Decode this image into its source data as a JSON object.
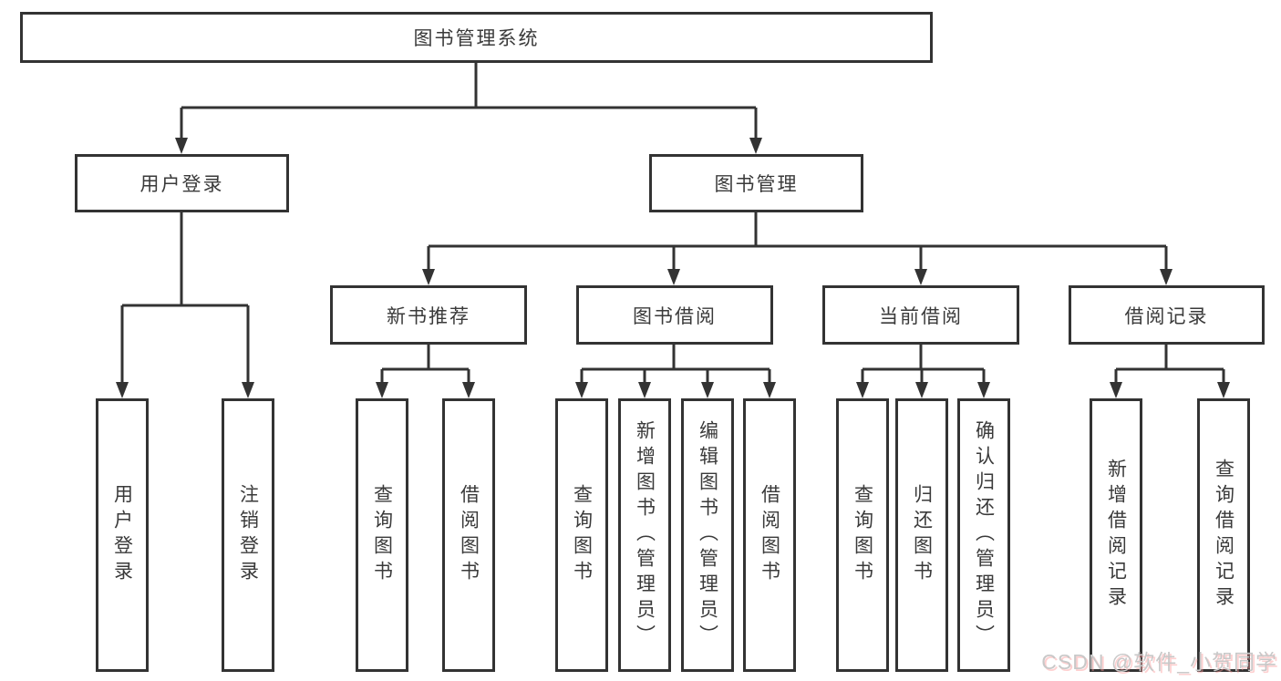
{
  "diagram": {
    "title": "图书管理系统",
    "root": {
      "label": "图书管理系统"
    },
    "level2": [
      {
        "label": "用户登录"
      },
      {
        "label": "图书管理"
      }
    ],
    "level3": [
      {
        "label": "新书推荐",
        "parent": "图书管理"
      },
      {
        "label": "图书借阅",
        "parent": "图书管理"
      },
      {
        "label": "当前借阅",
        "parent": "图书管理"
      },
      {
        "label": "借阅记录",
        "parent": "图书管理"
      }
    ],
    "leaves": [
      {
        "label": "用户登录",
        "parent": "用户登录"
      },
      {
        "label": "注销登录",
        "parent": "用户登录"
      },
      {
        "label": "查询图书",
        "parent": "新书推荐"
      },
      {
        "label": "借阅图书",
        "parent": "新书推荐"
      },
      {
        "label": "查询图书",
        "parent": "图书借阅"
      },
      {
        "label": "新增图书（管理员）",
        "parent": "图书借阅"
      },
      {
        "label": "编辑图书（管理员）",
        "parent": "图书借阅"
      },
      {
        "label": "借阅图书",
        "parent": "图书借阅"
      },
      {
        "label": "查询图书",
        "parent": "当前借阅"
      },
      {
        "label": "归还图书",
        "parent": "当前借阅"
      },
      {
        "label": "确认归还（管理员）",
        "parent": "当前借阅"
      },
      {
        "label": "新增借阅记录",
        "parent": "借阅记录"
      },
      {
        "label": "查询借阅记录",
        "parent": "借阅记录"
      }
    ]
  },
  "watermark": {
    "text": "CSDN @软件_小贺同学"
  },
  "colors": {
    "line": "#333333",
    "box_border": "#333333",
    "text": "#3a3a3a",
    "background": "#ffffff",
    "watermark_text": "#c8c8c8",
    "watermark_shadow": "#fc9696"
  }
}
